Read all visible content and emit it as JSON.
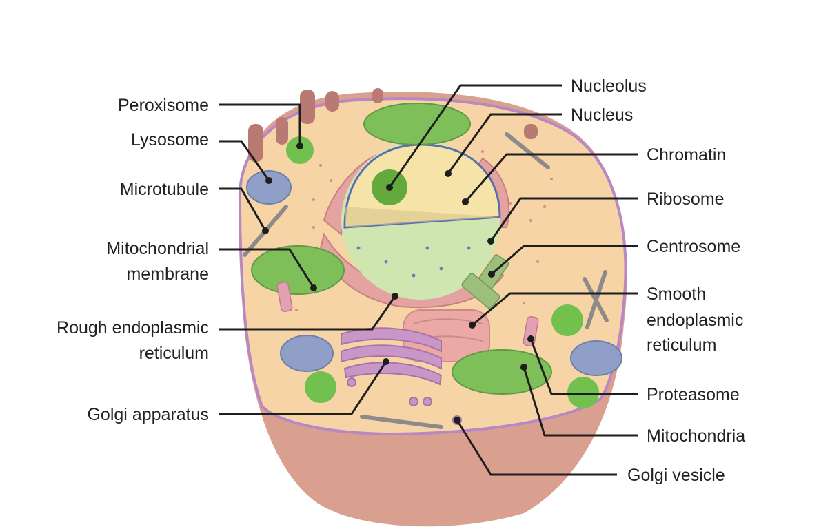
{
  "diagram": {
    "labels_left": [
      {
        "id": "peroxisome",
        "lines": [
          "Peroxisome"
        ]
      },
      {
        "id": "lysosome",
        "lines": [
          "Lysosome"
        ]
      },
      {
        "id": "microtubule",
        "lines": [
          "Microtubule"
        ]
      },
      {
        "id": "mitochondrial-membrane",
        "lines": [
          "Mitochondrial",
          "membrane"
        ]
      },
      {
        "id": "rough-er",
        "lines": [
          "Rough endoplasmic",
          "reticulum"
        ]
      },
      {
        "id": "golgi-apparatus",
        "lines": [
          "Golgi apparatus"
        ]
      }
    ],
    "labels_right": [
      {
        "id": "nucleolus",
        "lines": [
          "Nucleolus"
        ]
      },
      {
        "id": "nucleus",
        "lines": [
          "Nucleus"
        ]
      },
      {
        "id": "chromatin",
        "lines": [
          "Chromatin"
        ]
      },
      {
        "id": "ribosome",
        "lines": [
          "Ribosome"
        ]
      },
      {
        "id": "centrosome",
        "lines": [
          "Centrosome"
        ]
      },
      {
        "id": "smooth-er",
        "lines": [
          "Smooth",
          "endoplasmic",
          "reticulum"
        ]
      },
      {
        "id": "proteasome",
        "lines": [
          "Proteasome"
        ]
      },
      {
        "id": "mitochondria",
        "lines": [
          "Mitochondria"
        ]
      },
      {
        "id": "golgi-vesicle",
        "lines": [
          "Golgi vesicle"
        ]
      }
    ],
    "colors": {
      "cell_outer": "#d9a08f",
      "cytoplasm": "#f7d4a6",
      "membrane": "#b888c4",
      "mitochondria": "#7fbf5a",
      "lysosome": "#8f9fc8",
      "nucleus": "#cfe6b0",
      "golgi": "#c996c8",
      "er": "#e5a3a3"
    }
  }
}
